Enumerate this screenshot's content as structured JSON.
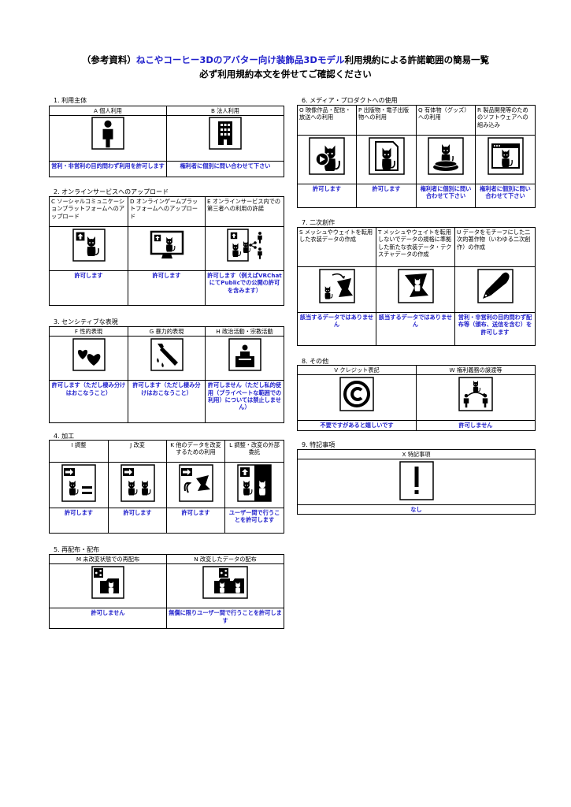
{
  "title_line1_prefix": "（参考資料）",
  "title_line1_blue": "ねこやコーヒー3Dのアバター向け装飾品3Dモデル",
  "title_line1_suffix": "利用規約による許諾範囲の簡易一覧",
  "title_line2": "必ず利用規約本文を併せてご確認ください",
  "sections": {
    "s1": {
      "label": "1. 利用主体",
      "cols": [
        "A 個人利用",
        "B 法人利用"
      ],
      "answers": [
        "営利・非営利の目的問わず利用を許可します",
        "権利者に個別に問い合わせて下さい"
      ],
      "icons": [
        "person-icon",
        "office-building-icon"
      ]
    },
    "s2": {
      "label": "2. オンラインサービスへのアップロード",
      "cols": [
        "C ソーシャルコミュニケーションプラットフォームへのアップロード",
        "D オンラインゲームプラットフォームへのアップロード",
        "E オンラインサービス内での第三者への利用の許諾"
      ],
      "answers": [
        "許可します",
        "許可します",
        "許可します（例えばVRChatにてPublicでの公開の許可を含みます）"
      ],
      "icons": [
        "upload-cat-icon",
        "monitor-cat-icon",
        "share-cat-icon"
      ]
    },
    "s3": {
      "label": "3. センシティブな表現",
      "cols": [
        "F 性的表現",
        "G 暴力的表現",
        "H 政治活動・宗教活動"
      ],
      "answers": [
        "許可します（ただし棲み分けはおこなうこと）",
        "許可します（ただし棲み分けはおこなうこと）",
        "許可しません（ただし私的使用（プライベートな範囲での利用）については禁止しません）"
      ],
      "icons": [
        "hearts-icon",
        "knife-icon",
        "podium-icon"
      ]
    },
    "s4": {
      "label": "4. 加工",
      "cols": [
        "I 調整",
        "J 改変",
        "K 他のデータを改変するための利用",
        "L 調整・改変の外部委託"
      ],
      "answers": [
        "許可します",
        "許可します",
        "許可します",
        "ユーザー間で行うことを許可します"
      ],
      "icons": [
        "adjust-icon",
        "modify-icon",
        "reuse-icon",
        "outsource-icon"
      ]
    },
    "s5": {
      "label": "5. 再配布・配布",
      "cols": [
        "M 未改変状態での再配布",
        "N 改変したデータの配布"
      ],
      "answers": [
        "許可しません",
        "無償に限りユーザー間で行うことを許可します"
      ],
      "icons": [
        "redistribute-icon",
        "distribute-modified-icon"
      ]
    },
    "s6": {
      "label": "6. メディア・プロダクトへの使用",
      "cols": [
        "O 映像作品・配信・放送への利用",
        "P 出版物・電子出版物への利用",
        "Q 有体物（グッズ）への利用",
        "R 製品開発等のためのソフトウェアへの組み込み"
      ],
      "answers": [
        "許可します",
        "許可します",
        "権利者に個別に問い合わせて下さい",
        "権利者に個別に問い合わせて下さい"
      ],
      "icons": [
        "video-cat-icon",
        "document-cat-icon",
        "figure-cat-icon",
        "software-cat-icon"
      ]
    },
    "s7": {
      "label": "7. 二次創作",
      "cols": [
        "S メッシュやウェイトを転用した衣装データの作成",
        "T メッシュやウェイトを転用しないでデータの規格に準拠した新たな衣装データ・テクスチャデータの作成",
        "U データをモチーフにした二次的著作物（いわゆる二次創作）の作成"
      ],
      "answers": [
        "該当するデータではありません",
        "該当するデータではありません",
        "営利・非営利の目的問わず配布等（頒布、送信を含む）を許可します"
      ],
      "icons": [
        "mesh-transfer-icon",
        "new-costume-icon",
        "pen-icon"
      ]
    },
    "s8": {
      "label": "8. その他",
      "cols": [
        "V クレジット表記",
        "W 権利義務の譲渡等"
      ],
      "answers": [
        "不要ですがあると嬉しいです",
        "許可しません"
      ],
      "icons": [
        "copyright-icon",
        "transfer-rights-icon"
      ]
    },
    "s9": {
      "label": "9. 特記事項",
      "cols": [
        "X 特記事項"
      ],
      "answers": [
        "なし"
      ],
      "icons": [
        "exclamation-icon"
      ]
    }
  }
}
